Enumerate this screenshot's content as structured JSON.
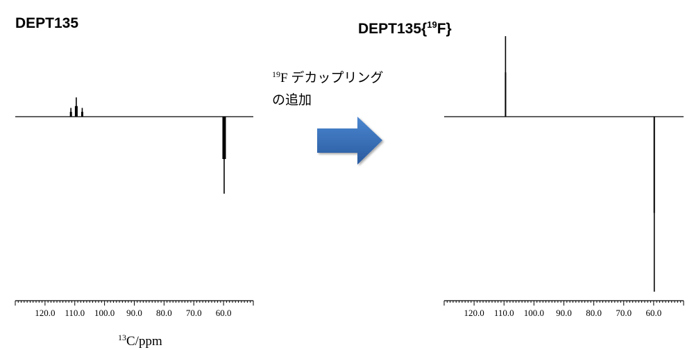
{
  "annotation": {
    "line1_sup": "19",
    "line1_rest": "F デカップリング",
    "line2": "の追加",
    "arrow_color": "#3a6fb8"
  },
  "chart_data": [
    {
      "type": "line",
      "title": "DEPT135",
      "xlabel_sup": "13",
      "xlabel_rest": "C/ppm",
      "xlim": [
        130,
        50
      ],
      "x_reversed": true,
      "tick_labels": [
        "120.0",
        "110.0",
        "100.0",
        "90.0",
        "80.0",
        "70.0",
        "60.0"
      ],
      "ticks": [
        120,
        110,
        100,
        90,
        80,
        70,
        60
      ],
      "grid": false,
      "color": "#000000",
      "peaks_relative_intensity": [
        {
          "ppm": 111.3,
          "intensity": 0.05
        },
        {
          "ppm": 109.5,
          "intensity": 0.11
        },
        {
          "ppm": 107.5,
          "intensity": 0.05
        },
        {
          "ppm": 59.8,
          "intensity": -0.44
        }
      ]
    },
    {
      "type": "line",
      "title_main": "DEPT135{",
      "title_sup": "19",
      "title_end": "F}",
      "xlim": [
        130,
        50
      ],
      "x_reversed": true,
      "tick_labels": [
        "120.0",
        "110.0",
        "100.0",
        "90.0",
        "80.0",
        "70.0",
        "60.0"
      ],
      "ticks": [
        120,
        110,
        100,
        90,
        80,
        70,
        60
      ],
      "grid": false,
      "color": "#000000",
      "peaks_relative_intensity": [
        {
          "ppm": 109.5,
          "intensity": 0.46
        },
        {
          "ppm": 59.8,
          "intensity": -1.0
        }
      ]
    }
  ]
}
